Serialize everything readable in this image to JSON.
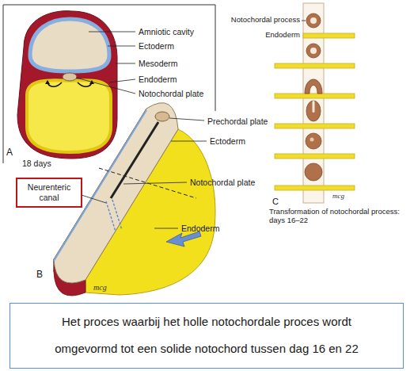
{
  "diagram": {
    "nodes": [
      {
        "text": [
          "Neurenteric canal"
        ]
      },
      {
        "text": [
          "Het proces waarbij het holle notochordale proces wordt omgevormd tot een solide notochord tussen dag 16 en 22"
        ]
      }
    ],
    "labels": [
      "Amniotic cavity",
      "Ectoderm",
      "Mesoderm",
      "Endoderm",
      "Notochordal plate",
      "A",
      "18 days",
      "Prechordal plate",
      "Ectoderm",
      "Notochordal plate",
      "Endoderm",
      "B",
      "mcg",
      "Notochordal process",
      "Endoderm",
      "C",
      "Transformation of notochordal process: days 16–22",
      "mcg"
    ]
  }
}
